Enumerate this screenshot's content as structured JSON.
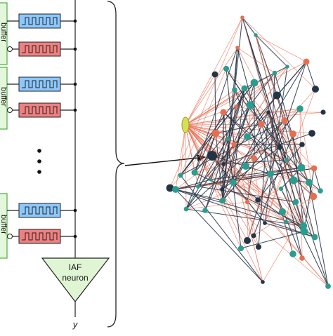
{
  "circuit": {
    "buffer_label": "buffer",
    "neuron_label_line1": "IAF",
    "neuron_label_line2": "neuron",
    "output_label": "y"
  },
  "colors": {
    "buffer_fill": "#e4f6dc",
    "buffer_stroke": "#4caf3f",
    "synapse_blue": "#8cc8ff",
    "synapse_red": "#f08080",
    "neuron_fill": "#dff5d3",
    "network_node_teal": "#2a9d8f",
    "network_node_red": "#e76f51",
    "network_edge_dark": "#243447",
    "network_edge_red": "#e8735a",
    "highlight_node": "#d4e157"
  }
}
